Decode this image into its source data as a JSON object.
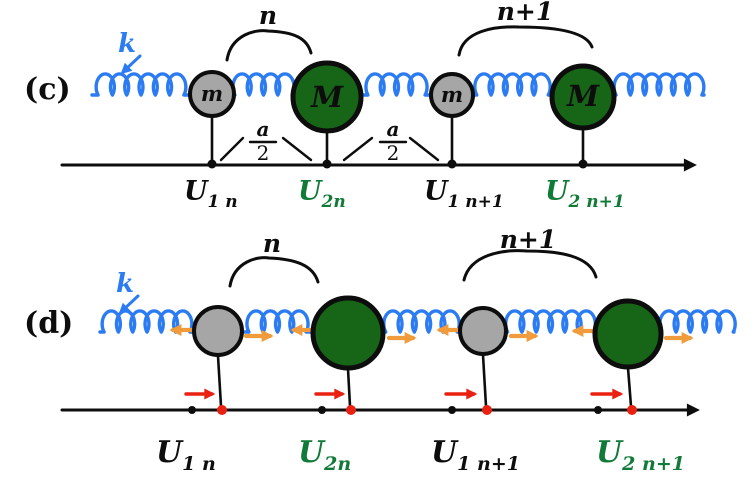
{
  "figure": {
    "colors": {
      "spring": "#2b7bf3",
      "small_mass": "#a6a6a6",
      "large_mass": "#176617",
      "green_label": "#117a38",
      "displacement_red": "#ea2110",
      "force_orange": "#f09c3c",
      "ink": "#0d0d0d"
    },
    "panels": {
      "c": {
        "label": "(c)",
        "spring_constant_label": "k",
        "unit_cell_label": "n",
        "next_unit_cell_label": "n+1",
        "small_mass_label": "m",
        "large_mass_label": "M",
        "half_spacing": {
          "numerator": "a",
          "denominator": "2"
        },
        "coordinates": [
          {
            "base": "U",
            "sub": "1 n"
          },
          {
            "base": "U",
            "sub": "2n"
          },
          {
            "base": "U",
            "sub": "1 n+1"
          },
          {
            "base": "U",
            "sub": "2 n+1"
          }
        ]
      },
      "d": {
        "label": "(d)",
        "spring_constant_label": "k",
        "unit_cell_label": "n",
        "next_unit_cell_label": "n+1",
        "coordinates": [
          {
            "base": "U",
            "sub": "1 n"
          },
          {
            "base": "U",
            "sub": "2n"
          },
          {
            "base": "U",
            "sub": "1 n+1"
          },
          {
            "base": "U",
            "sub": "2 n+1"
          }
        ]
      }
    }
  }
}
